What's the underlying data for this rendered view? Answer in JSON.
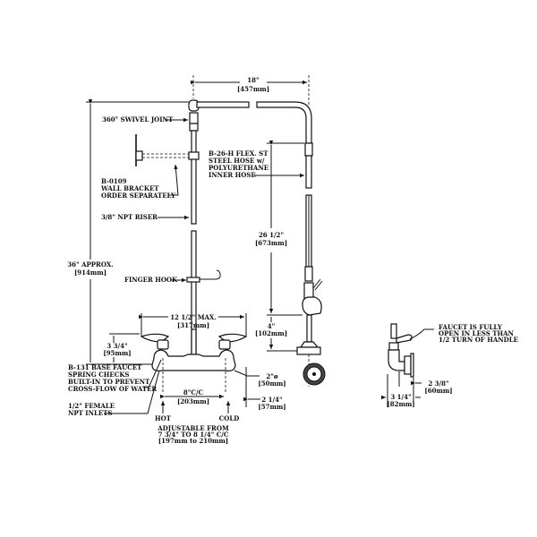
{
  "labels": {
    "top_width": "18\"",
    "top_width_mm": "[457mm]",
    "swivel": "360° SWIVEL JOINT",
    "bracket": [
      "B-0109",
      "WALL BRACKET",
      "ORDER SEPARATELY"
    ],
    "riser": "3/8\" NPT RISER",
    "height": "36\" APPROX.",
    "height_mm": "[914mm]",
    "finger_hook": "FINGER HOOK",
    "hose": [
      "B-26-H FLEX. ST",
      "STEEL HOSE w/",
      "POLYURETHANE",
      "INNER HOSE"
    ],
    "hose_len": "26 1/2\"",
    "hose_len_mm": "[673mm]",
    "valve_h": "4\"",
    "valve_h_mm": "[102mm]",
    "max_width": "12 1/2\" MAX.",
    "max_width_mm": "[317mm]",
    "handle_h": "3 3/4\"",
    "handle_h_mm": "[95mm]",
    "base": [
      "B-131 BASE FAUCET",
      "SPRING CHECKS",
      "BUILT-IN TO PREVENT",
      "CROSS-FLOW OF WATER"
    ],
    "inlets": [
      "1/2\" FEMALE",
      "NPT INLETS"
    ],
    "cc": "8\"C/C",
    "cc_mm": "[203mm]",
    "dia": "2\"ø",
    "dia_mm": "[50mm]",
    "depth": "2 1/4\"",
    "depth_mm": "[57mm]",
    "hot": "HOT",
    "cold": "COLD",
    "adjust": [
      "ADJUSTABLE FROM",
      "7 3/4\" TO 8 1/4\" C/C",
      "[197mm to 210mm]"
    ],
    "open_note": [
      "FAUCET IS FULLY",
      "OPEN IN LESS THAN",
      "1/2 TURN OF HANDLE"
    ],
    "side_depth": "2 3/8\"",
    "side_depth_mm": "[60mm]",
    "side_width": "3 1/4\"",
    "side_width_mm": "[82mm]"
  }
}
